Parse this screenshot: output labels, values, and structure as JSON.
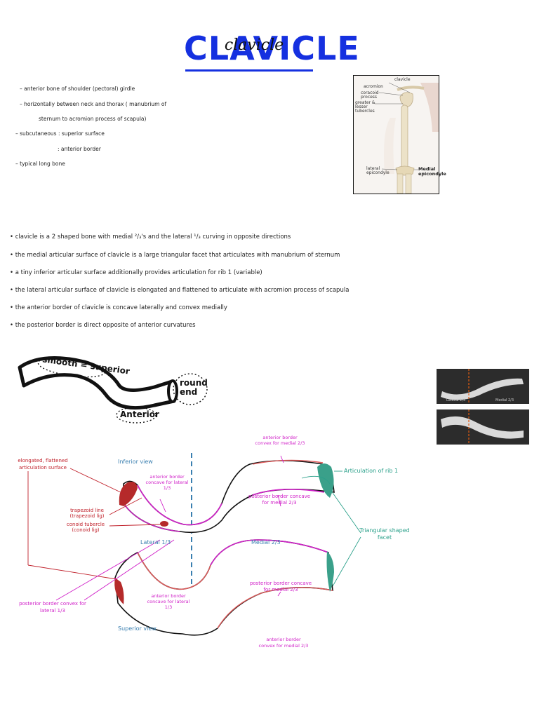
{
  "title": {
    "main": "CLAVICLE",
    "script": "clavicle"
  },
  "intro_notes": [
    "– anterior bone of shoulder (pectoral) girdle",
    "– horizontally between neck and thorax ( manubrium of",
    "sternum to acromion process of scapula)",
    "– subcutaneous : superior surface",
    ": anterior border",
    "– typical long bone"
  ],
  "reference_image": {
    "labels": {
      "clavicle": "clavicle",
      "acromion": "acromion",
      "coracoid": "coracoid process",
      "tubercles": "greater & lesser tubercles",
      "lateral_epicondyle": "lateral epicondyle",
      "medial_epicondyle": "Medial epicondyle"
    }
  },
  "bullets": [
    "• clavicle is a 2 shaped bone with medial ²/₃'s and the lateral ¹/₃ curving in opposite directions",
    "• the medial articular surface of clavicle is a large triangular facet that articulates with manubrium of sternum",
    "• a tiny inferior articular surface additionally provides articulation for rib 1 (variable)",
    "• the lateral articular surface of clavicle is elongated and flattened to articulate with acromion process of scapula",
    "• the anterior border of clavicle is concave laterally and convex medially",
    "• the posterior border is direct opposite of anterior curvatures"
  ],
  "sketch": {
    "smooth_superior": "smooth = superior",
    "round_end": "round end",
    "anterior": "Anterior"
  },
  "photos": {
    "top_left": "Lateral 1/3",
    "top_right": "Medial 2/3"
  },
  "diagram": {
    "inferior_view": "Inferior view",
    "superior_view": "Superior view",
    "lateral_third": "Lateral 1/3",
    "medial_two_thirds": "Medial 2/3",
    "elongated_surface": [
      "elongated, flattened",
      "articulation surface"
    ],
    "anterior_concave_lateral_top": [
      "anterior border",
      "concave for lateral",
      "1/3"
    ],
    "trapezoid_line": [
      "trapezoid line",
      "(trapezoid lig)"
    ],
    "conoid_tubercle": [
      "conoid tubercle",
      "(conoid lig)"
    ],
    "anterior_convex_medial_top": [
      "anterior border",
      "convex for medial 2/3"
    ],
    "posterior_concave_medial_inferior": [
      "posterior border concave",
      "for medial 2/3"
    ],
    "articulation_rib": "Articulation of rib 1",
    "triangular_facet": [
      "Triangular shaped",
      "facet"
    ],
    "posterior_convex_lateral": [
      "posterior border convex for",
      "lateral 1/3"
    ],
    "anterior_concave_lateral_bottom": [
      "anterior border",
      "concave for lateral",
      "1/3"
    ],
    "posterior_concave_medial_superior": [
      "posterior border concave",
      "for medial 2/3"
    ],
    "anterior_convex_medial_bottom": [
      "anterior border",
      "convex for medial 2/3"
    ]
  },
  "colors": {
    "title_blue": "#1530e0",
    "red": "#c0202a",
    "pink": "#d020c8",
    "teal": "#2aa08a",
    "dashed_blue": "#3a7fb0"
  }
}
